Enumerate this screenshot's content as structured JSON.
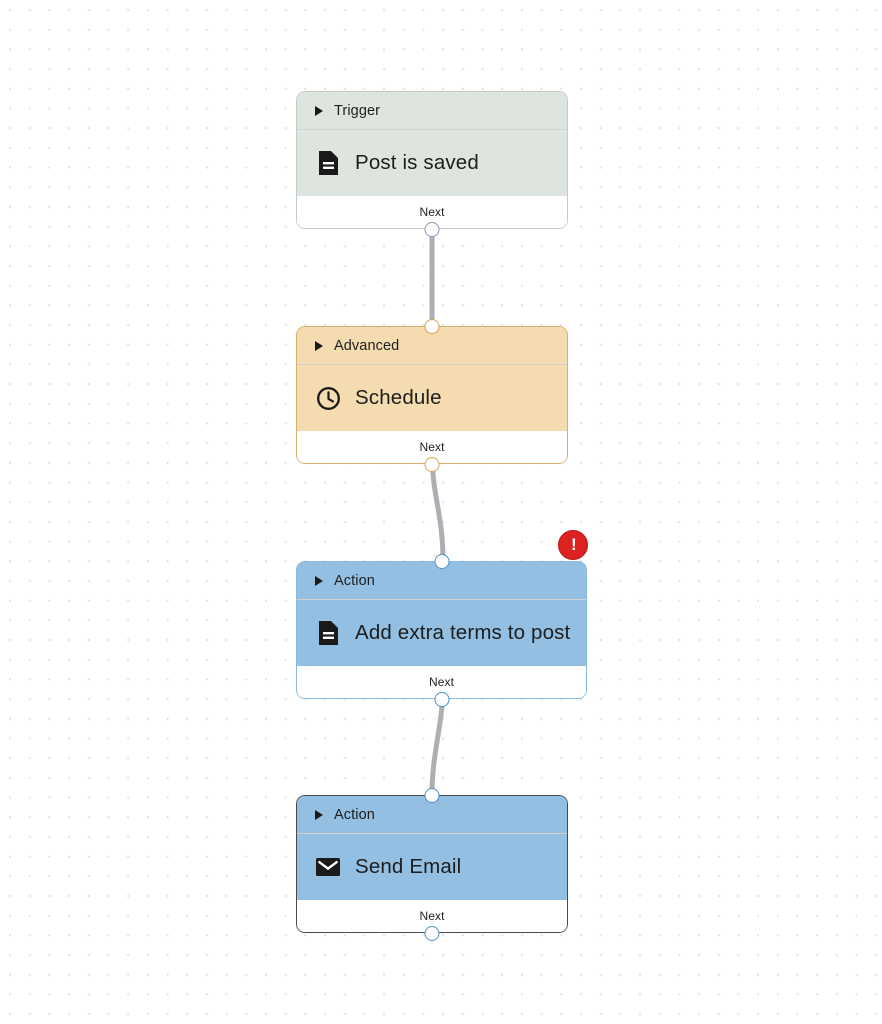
{
  "canvas": {
    "grid": "dot-grid",
    "background_color": "#ffffff",
    "dot_color": "#e3e0e3"
  },
  "nodes": [
    {
      "id": "trigger-post-is-saved",
      "category": "Trigger",
      "title": "Post is saved",
      "icon": "document-icon",
      "footer_label": "Next",
      "color": "#dee5de",
      "border_color": "#c2cdc4",
      "handle_color": "#a78bba",
      "has_error": false
    },
    {
      "id": "advanced-schedule",
      "category": "Advanced",
      "title": "Schedule",
      "icon": "clock-icon",
      "footer_label": "Next",
      "color": "#f5dcb0",
      "border_color": "#d6ae72",
      "handle_color": "#d6a556",
      "has_error": false
    },
    {
      "id": "action-add-extra-terms",
      "category": "Action",
      "title": "Add extra terms to post",
      "icon": "document-icon",
      "footer_label": "Next",
      "color": "#93bfe2",
      "border_color": "#8ab9de",
      "handle_color": "#4e90c8",
      "has_error": true,
      "error_symbol": "!"
    },
    {
      "id": "action-send-email",
      "category": "Action",
      "title": "Send Email",
      "icon": "envelope-icon",
      "footer_label": "Next",
      "color": "#93bfe2",
      "border_color": "#4a4a4a",
      "handle_color": "#4e90c8",
      "has_error": false
    }
  ],
  "edges": [
    {
      "from": "trigger-post-is-saved",
      "to": "advanced-schedule"
    },
    {
      "from": "advanced-schedule",
      "to": "action-add-extra-terms"
    },
    {
      "from": "action-add-extra-terms",
      "to": "action-send-email"
    }
  ]
}
